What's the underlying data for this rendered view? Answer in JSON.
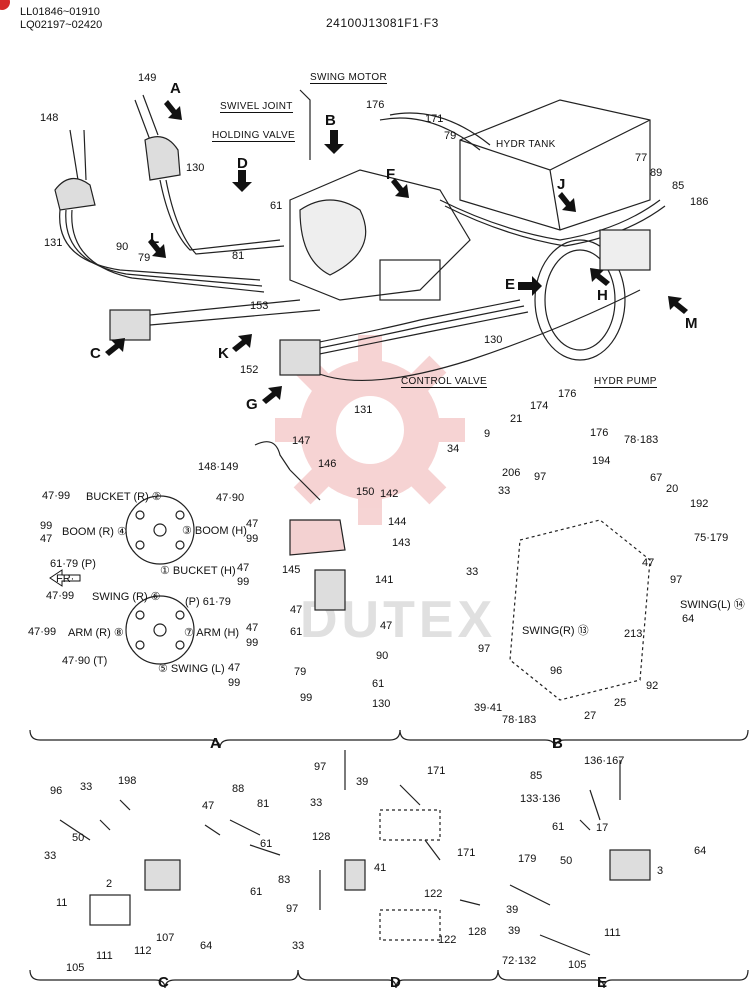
{
  "header": {
    "serial_1": "LL01846~01910",
    "serial_2": "LQ02197~02420",
    "part_code": "24100J13081F1·F3"
  },
  "components": {
    "swing_motor": "SWING MOTOR",
    "swivel_joint": "SWIVEL JOINT",
    "holding_valve": "HOLDING VALVE",
    "hydr_tank": "HYDR TANK",
    "control_valve": "CONTROL VALVE",
    "hydr_pump": "HYDR PUMP"
  },
  "view_letters": [
    "A",
    "B",
    "C",
    "D",
    "E",
    "F",
    "G",
    "H",
    "J",
    "K",
    "L",
    "M"
  ],
  "sections": [
    "A",
    "B",
    "C",
    "D",
    "E"
  ],
  "callouts_main": [
    "149",
    "148",
    "131",
    "130",
    "90",
    "79",
    "61",
    "81",
    "153",
    "152",
    "176",
    "171",
    "79",
    "77",
    "89",
    "85",
    "186",
    "130",
    "131"
  ],
  "callouts_b": [
    "147",
    "146",
    "148·149",
    "150",
    "142",
    "144",
    "143",
    "145",
    "141",
    "47",
    "61",
    "79",
    "99",
    "90",
    "61",
    "130",
    "47"
  ],
  "callouts_b2": [
    "174",
    "176",
    "21",
    "9",
    "34",
    "206",
    "97",
    "33",
    "176",
    "78·183",
    "194",
    "67",
    "20",
    "192",
    "75·179",
    "47",
    "97",
    "64",
    "213",
    "92",
    "96",
    "25",
    "27",
    "39·41",
    "78·183",
    "33",
    "97"
  ],
  "ports_a": {
    "bucket_r": "BUCKET (R) ②",
    "boom_r": "BOOM (R) ④",
    "boom_h": "③ BOOM (H)",
    "bucket_h": "① BUCKET (H)",
    "swing_r": "SWING (R) ⑥",
    "arm_r": "ARM (R) ⑧",
    "arm_h": "⑦ ARM (H)",
    "swing_l": "⑤ SWING (L)",
    "fr": "FR·",
    "swing_r13": "SWING(R) ⑬",
    "swing_l14": "SWING(L) ⑭"
  },
  "watermark": "DUTEX"
}
